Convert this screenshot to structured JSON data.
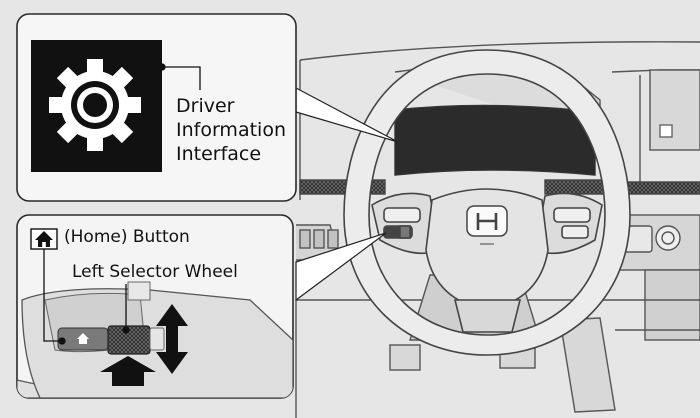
{
  "callouts": {
    "driver_information_interface": {
      "line1": "Driver",
      "line2": "Information",
      "line3": "Interface",
      "icon": "gear-icon"
    },
    "home_button": {
      "label": "(Home) Button",
      "icon": "home-icon"
    },
    "left_selector_wheel": {
      "label": "Left Selector Wheel",
      "icon": "up-down-arrow-icon"
    }
  },
  "emblem": "honda-logo",
  "colors": {
    "background": "#e6e6e6",
    "panel_fill": "#f6f6f6",
    "panel_border": "#2a2a2a",
    "screen": "#1c1c1c",
    "icon_black": "#111111",
    "line_art": "#555555"
  }
}
